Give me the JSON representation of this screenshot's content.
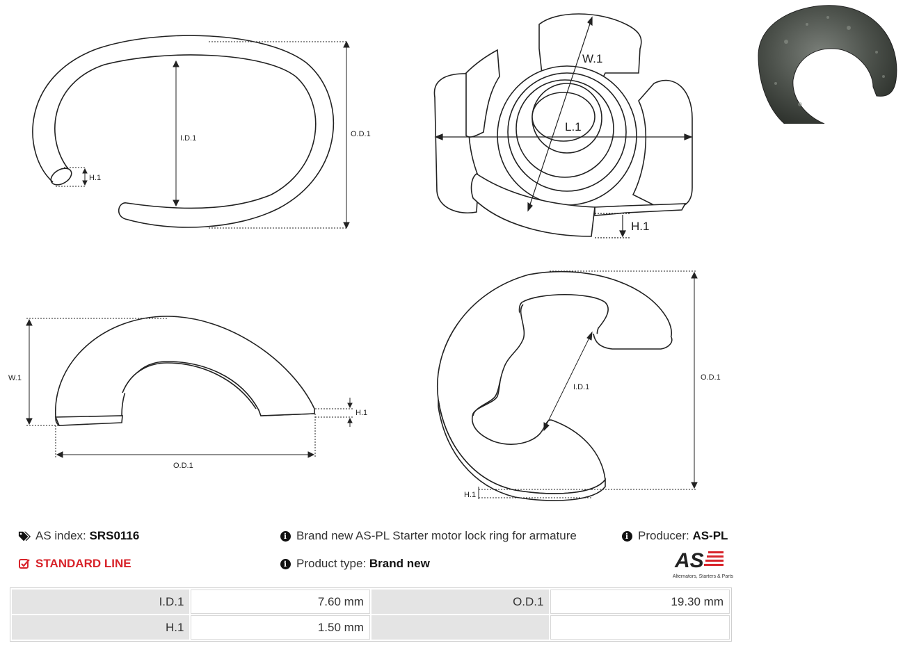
{
  "drawings": {
    "ring": {
      "id_label": "I.D.1",
      "od_label": "O.D.1",
      "h_label": "H.1"
    },
    "clip3d": {
      "w_label": "W.1",
      "l_label": "L.1",
      "h_label": "H.1"
    },
    "arc": {
      "w_label": "W.1",
      "h_label": "H.1",
      "od_label": "O.D.1"
    },
    "eclip": {
      "id_label": "I.D.1",
      "od_label": "O.D.1",
      "h_label": "H.1"
    }
  },
  "product": {
    "as_index_label": "AS index:",
    "as_index_value": "SRS0116",
    "standard_line": "STANDARD LINE",
    "description": "Brand new AS-PL Starter motor lock ring for armature",
    "product_type_label": "Product type:",
    "product_type_value": "Brand new",
    "producer_label": "Producer:",
    "producer_value": "AS-PL"
  },
  "logo": {
    "mark": "AS",
    "tagline": "Alternators, Starters & Parts"
  },
  "params": [
    {
      "label1": "I.D.1",
      "value1": "7.60 mm",
      "label2": "O.D.1",
      "value2": "19.30 mm"
    },
    {
      "label1": "H.1",
      "value1": "1.50 mm",
      "label2": "",
      "value2": ""
    }
  ],
  "colors": {
    "accent_red": "#d8232a",
    "table_label_bg": "#e4e4e4"
  },
  "icons": {
    "tag": "tags-icon",
    "info": "info-circle-icon",
    "check": "check-square-icon"
  }
}
